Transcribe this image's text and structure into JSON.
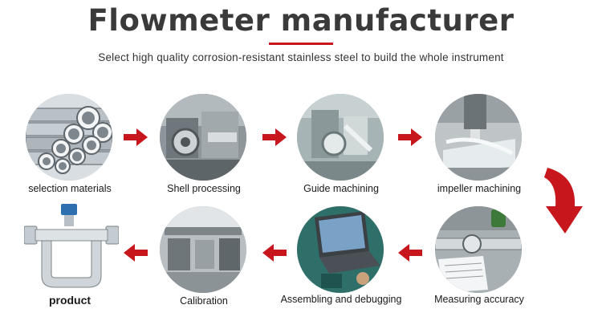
{
  "header": {
    "title": "Flowmeter manufacturer",
    "subtitle": "Select high quality corrosion-resistant stainless steel to build the whole instrument",
    "accent_color": "#c8161d"
  },
  "steps_top": [
    {
      "label": "selection materials",
      "image": "steel-pipes-image"
    },
    {
      "label": "Shell processing",
      "image": "shell-processing-image"
    },
    {
      "label": "Guide machining",
      "image": "guide-machining-image"
    },
    {
      "label": "impeller machining",
      "image": "impeller-machining-image"
    }
  ],
  "steps_bottom": [
    {
      "label": "product",
      "image": "coriolis-flowmeter-image"
    },
    {
      "label": "Calibration",
      "image": "calibration-lab-image"
    },
    {
      "label": "Assembling and debugging",
      "image": "assembly-laptop-image"
    },
    {
      "label": "Measuring accuracy",
      "image": "measuring-gauge-image"
    }
  ],
  "arrows": {
    "color": "#c8161d",
    "icon": "red-arrow-icon"
  }
}
